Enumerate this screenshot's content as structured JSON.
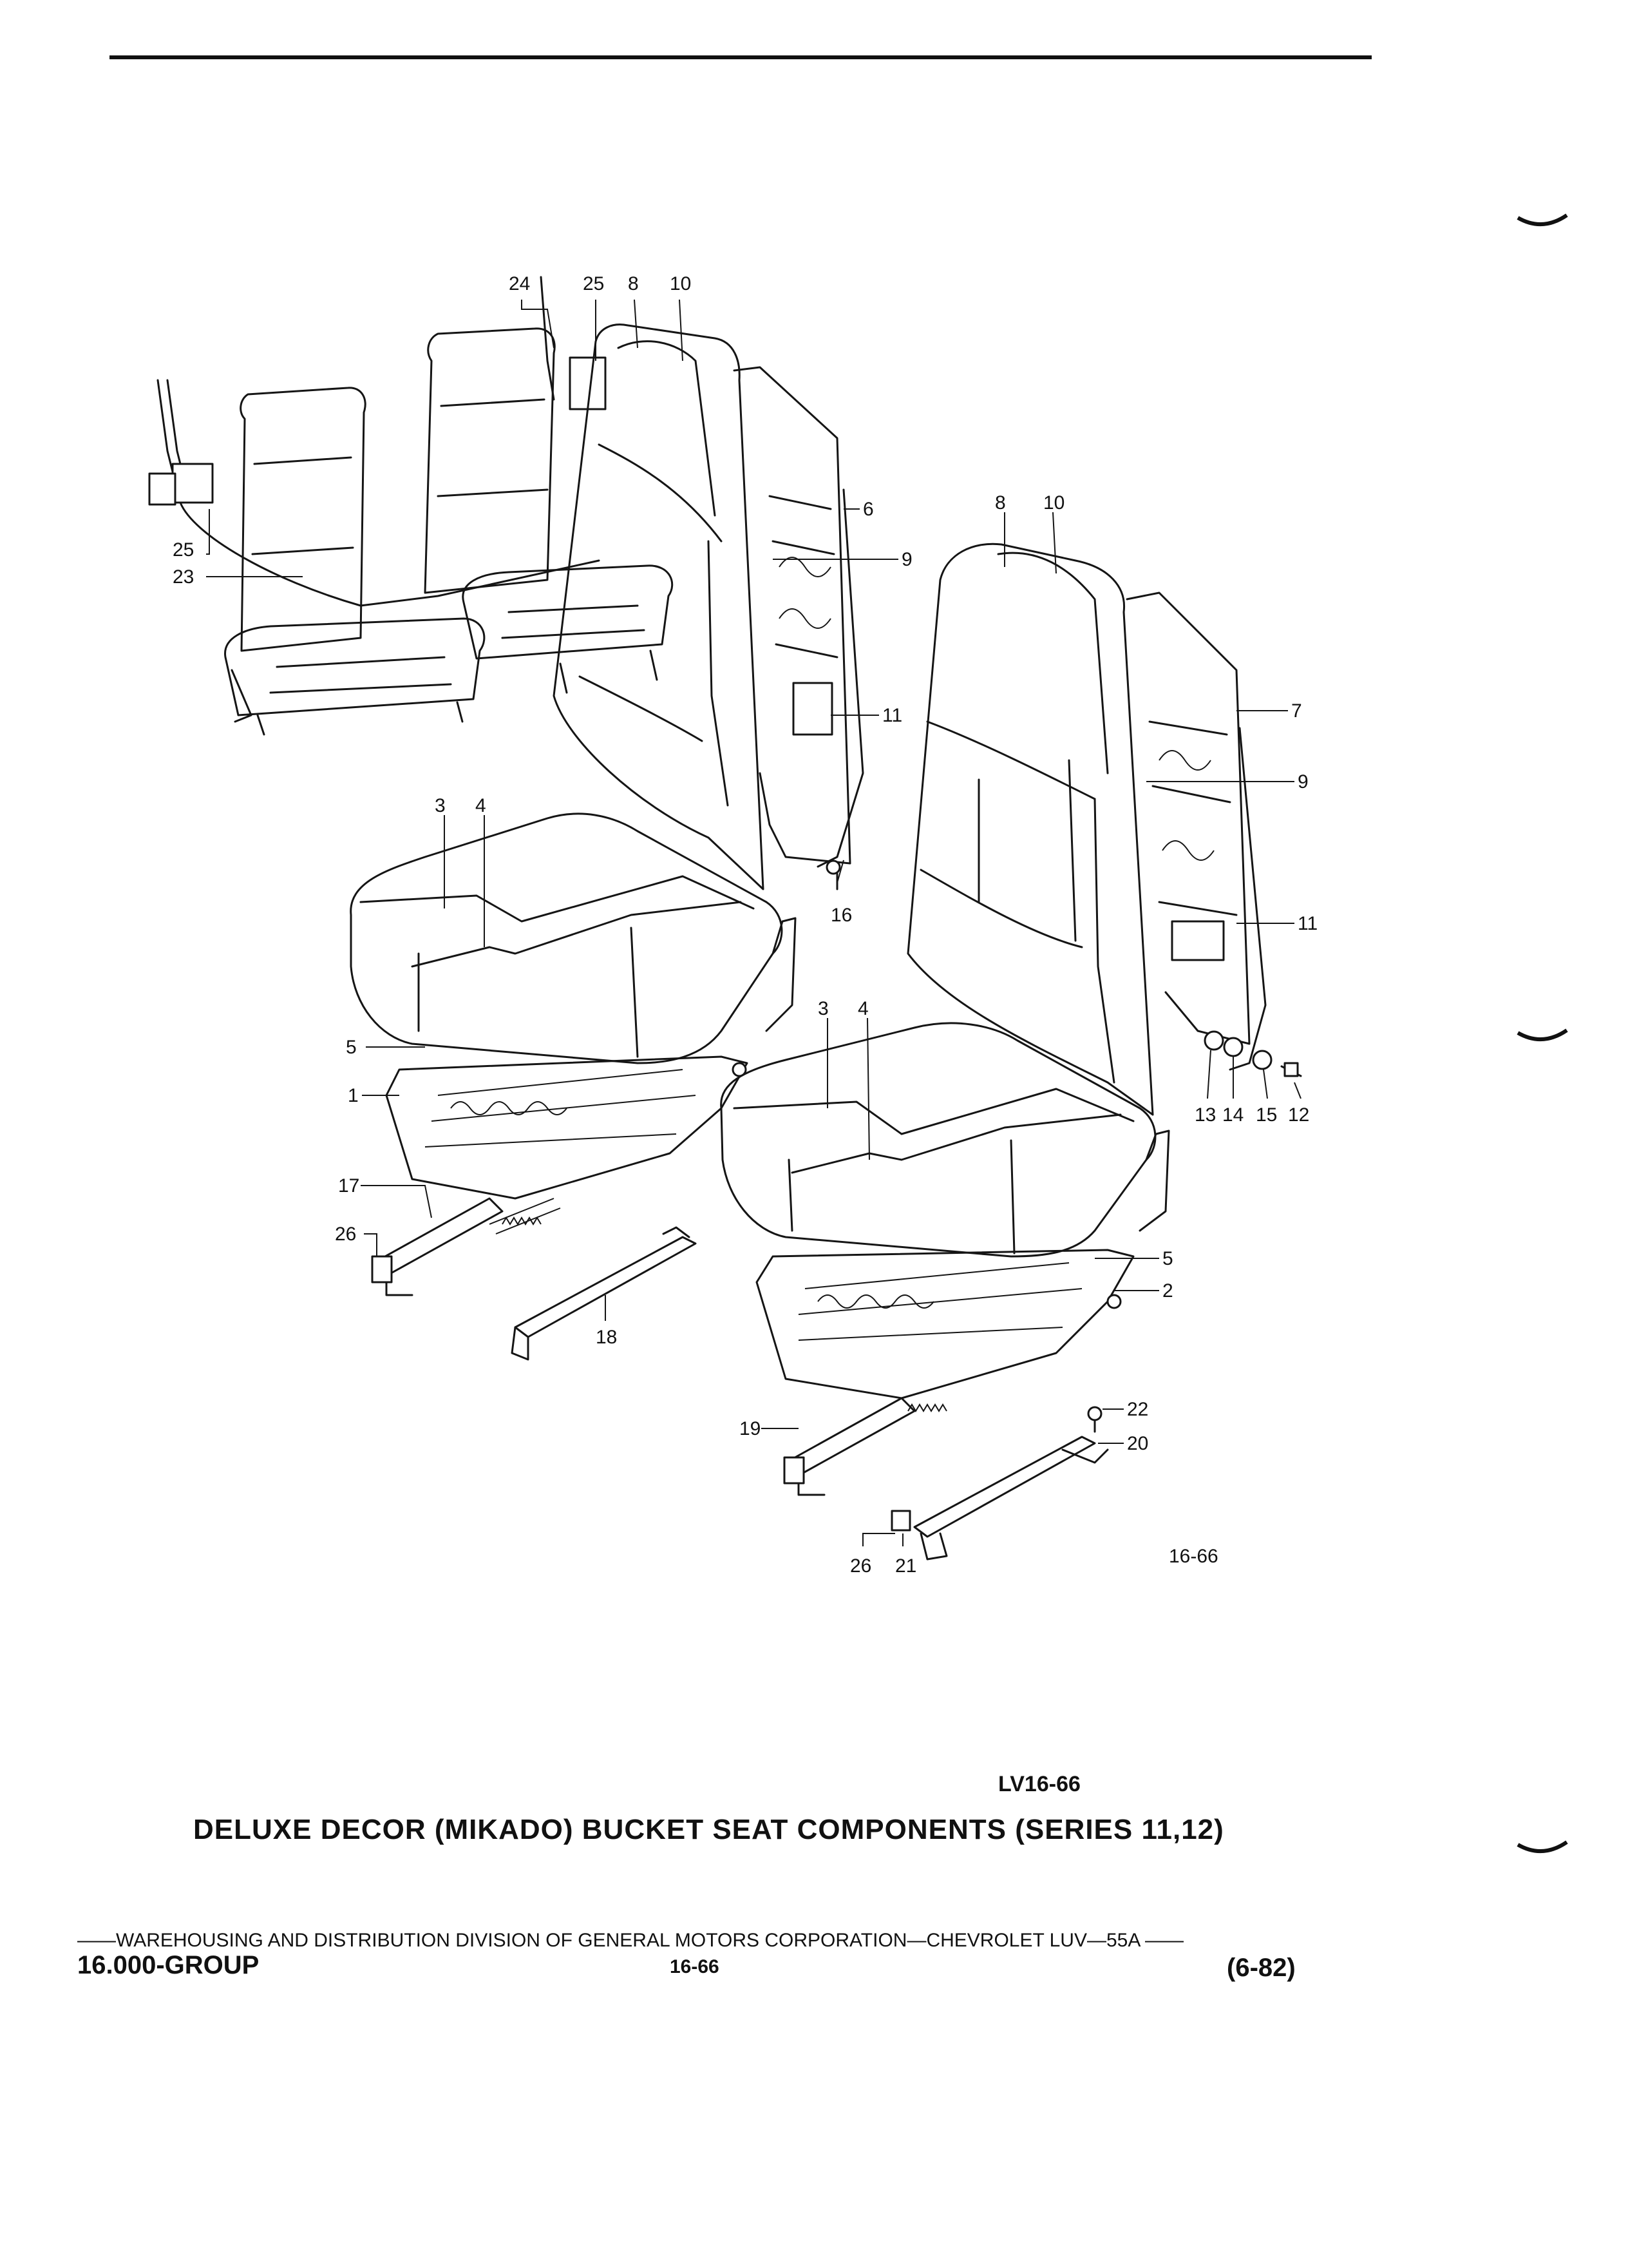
{
  "diagram": {
    "figure_code": "16-66",
    "callouts": [
      {
        "id": "c24",
        "label": "24"
      },
      {
        "id": "c25a",
        "label": "25"
      },
      {
        "id": "c8a",
        "label": "8"
      },
      {
        "id": "c10a",
        "label": "10"
      },
      {
        "id": "c25b",
        "label": "25"
      },
      {
        "id": "c23",
        "label": "23"
      },
      {
        "id": "c6",
        "label": "6"
      },
      {
        "id": "c9a",
        "label": "9"
      },
      {
        "id": "c11a",
        "label": "11"
      },
      {
        "id": "c8b",
        "label": "8"
      },
      {
        "id": "c10b",
        "label": "10"
      },
      {
        "id": "c7",
        "label": "7"
      },
      {
        "id": "c9b",
        "label": "9"
      },
      {
        "id": "c11b",
        "label": "11"
      },
      {
        "id": "c3a",
        "label": "3"
      },
      {
        "id": "c4a",
        "label": "4"
      },
      {
        "id": "c16",
        "label": "16"
      },
      {
        "id": "c5a",
        "label": "5"
      },
      {
        "id": "c1",
        "label": "1"
      },
      {
        "id": "c17",
        "label": "17"
      },
      {
        "id": "c26a",
        "label": "26"
      },
      {
        "id": "c18",
        "label": "18"
      },
      {
        "id": "c3b",
        "label": "3"
      },
      {
        "id": "c4b",
        "label": "4"
      },
      {
        "id": "c13",
        "label": "13"
      },
      {
        "id": "c14",
        "label": "14"
      },
      {
        "id": "c15",
        "label": "15"
      },
      {
        "id": "c12",
        "label": "12"
      },
      {
        "id": "c5b",
        "label": "5"
      },
      {
        "id": "c2",
        "label": "2"
      },
      {
        "id": "c19",
        "label": "19"
      },
      {
        "id": "c22",
        "label": "22"
      },
      {
        "id": "c20",
        "label": "20"
      },
      {
        "id": "c26b",
        "label": "26"
      },
      {
        "id": "c21",
        "label": "21"
      }
    ]
  },
  "caption": {
    "code": "LV16-66",
    "title": "DELUXE DECOR (MIKADO) BUCKET SEAT COMPONENTS (SERIES 11,12)"
  },
  "footer": {
    "line": "——WAREHOUSING AND DISTRIBUTION  DIVISION OF GENERAL MOTORS CORPORATION—CHEVROLET LUV—55A  ——",
    "group": "16.000-GROUP",
    "page": "16-66",
    "date": "(6-82)"
  }
}
